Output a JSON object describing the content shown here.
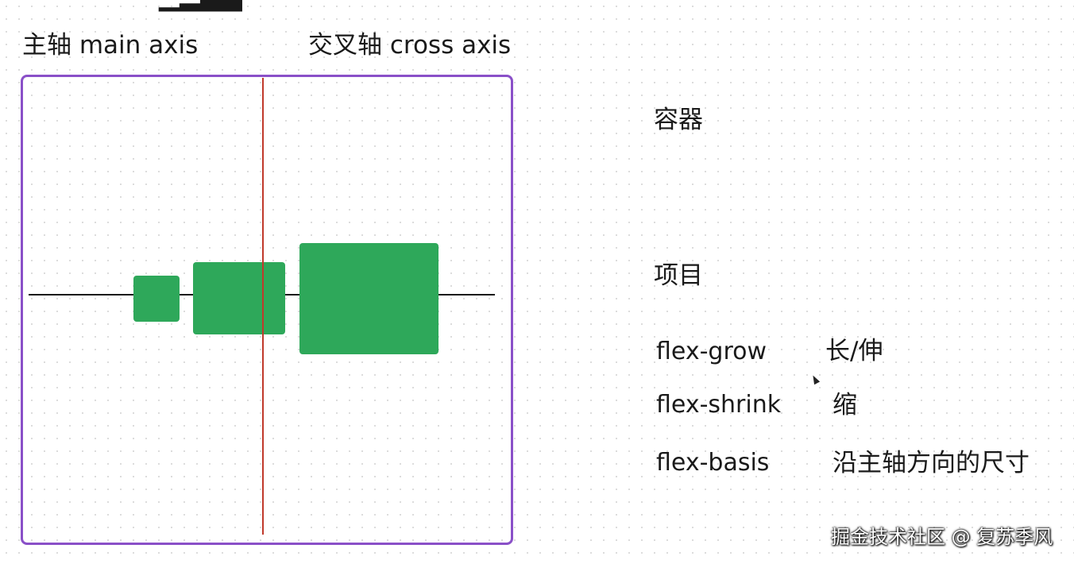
{
  "header": {
    "main_axis": "主轴 main axis",
    "cross_axis": "交叉轴 cross axis"
  },
  "labels": {
    "container": "容器",
    "item": "项目"
  },
  "properties": [
    {
      "name": "flex-grow",
      "desc": "长/伸"
    },
    {
      "name": "flex-shrink",
      "desc": "缩"
    },
    {
      "name": "flex-basis",
      "desc": "沿主轴方向的尺寸"
    }
  ],
  "watermark": "掘金技术社区 @ 复苏季风",
  "colors": {
    "container_border": "#8a50c8",
    "item_fill": "#2ea85a",
    "main_axis_line": "#1a1a1a",
    "cross_axis_line": "#c0392b"
  }
}
